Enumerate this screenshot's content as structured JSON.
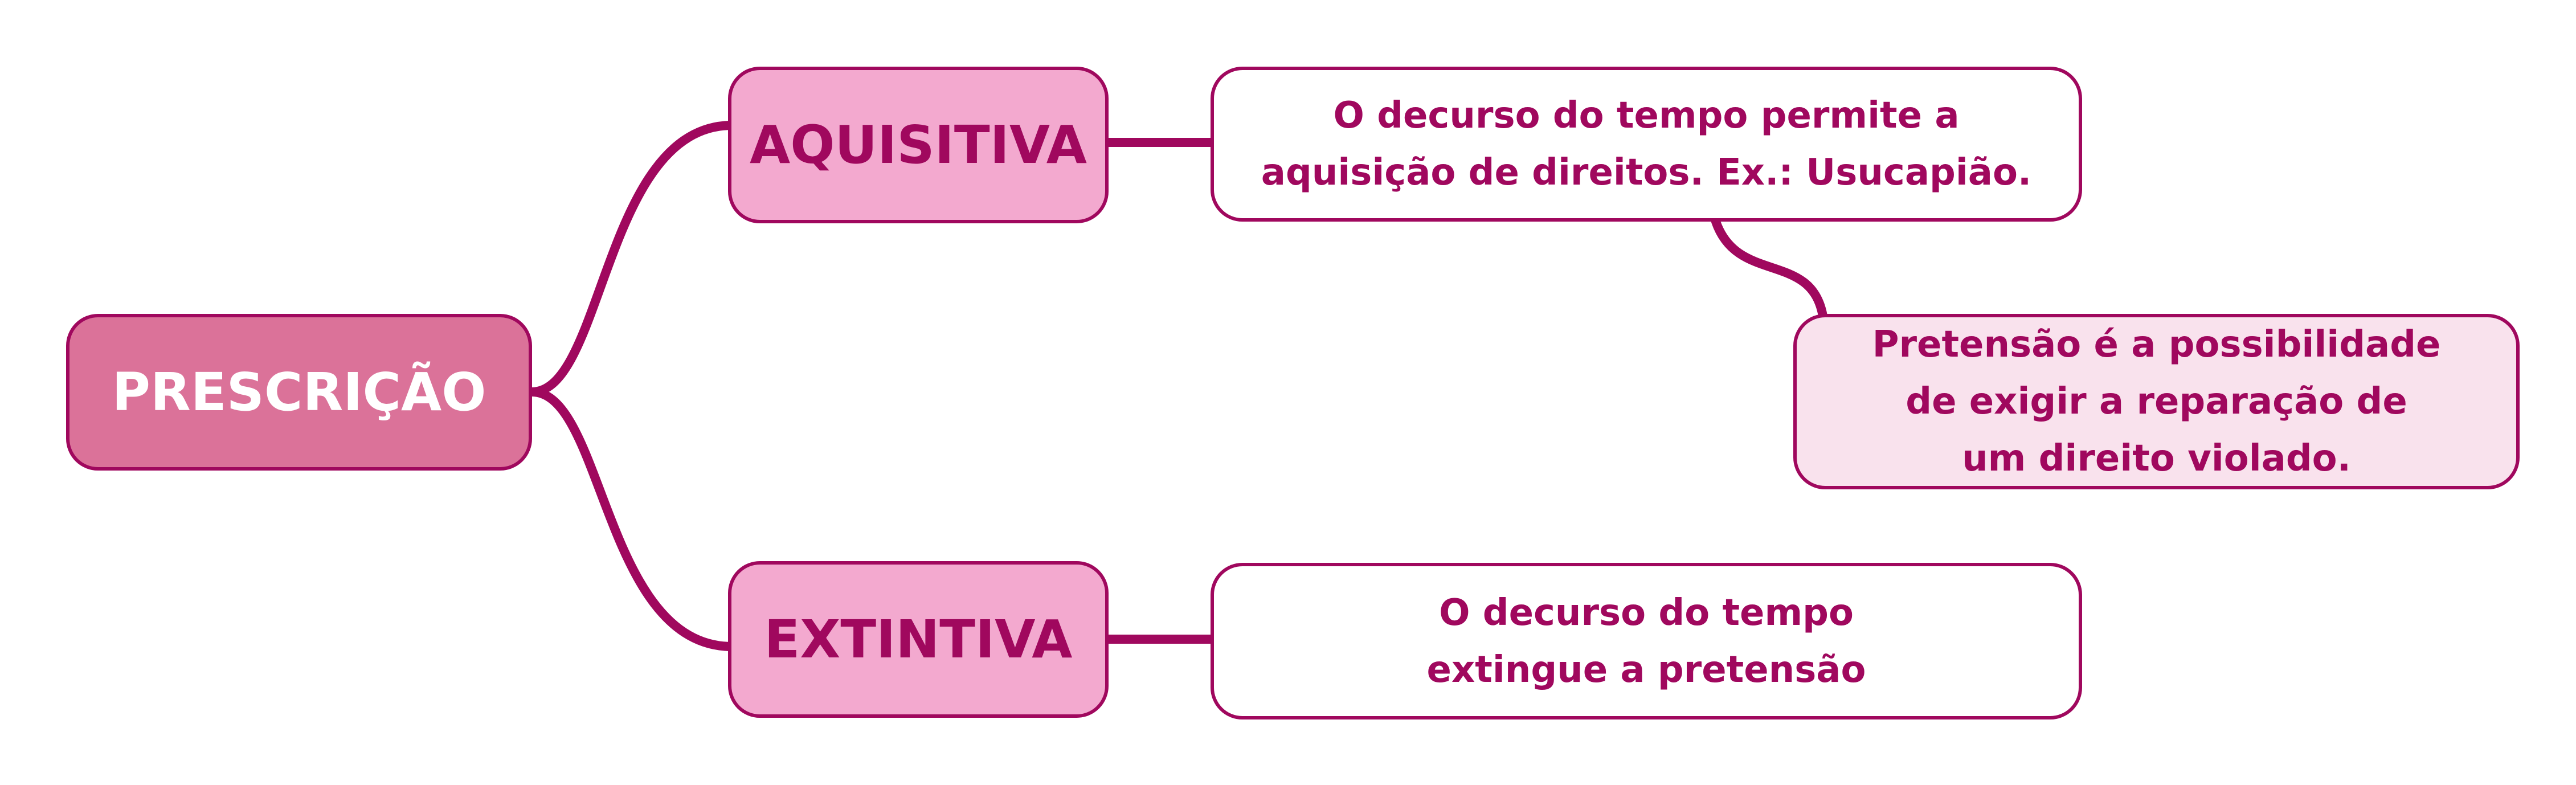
{
  "colors": {
    "line": "#a0085e",
    "root_fill": "#db7299",
    "root_text": "#ffffff",
    "branch_fill": "#f3a9cf",
    "branch_text": "#a0085e",
    "detail_fill": "#ffffff",
    "note_fill": "#f9e2ed",
    "detail_text": "#a0085e"
  },
  "root": {
    "label": "PRESCRIÇÃO"
  },
  "branches": [
    {
      "label": "AQUISITIVA",
      "description_lines": [
        "O decurso do tempo permite a",
        "aquisição de direitos. Ex.: Usucapião."
      ],
      "note_lines": [
        "Pretensão é a possibilidade",
        "de exigir a reparação de",
        "um direito violado."
      ]
    },
    {
      "label": "EXTINTIVA",
      "description_lines": [
        "O decurso do tempo",
        "extingue a pretensão"
      ]
    }
  ]
}
